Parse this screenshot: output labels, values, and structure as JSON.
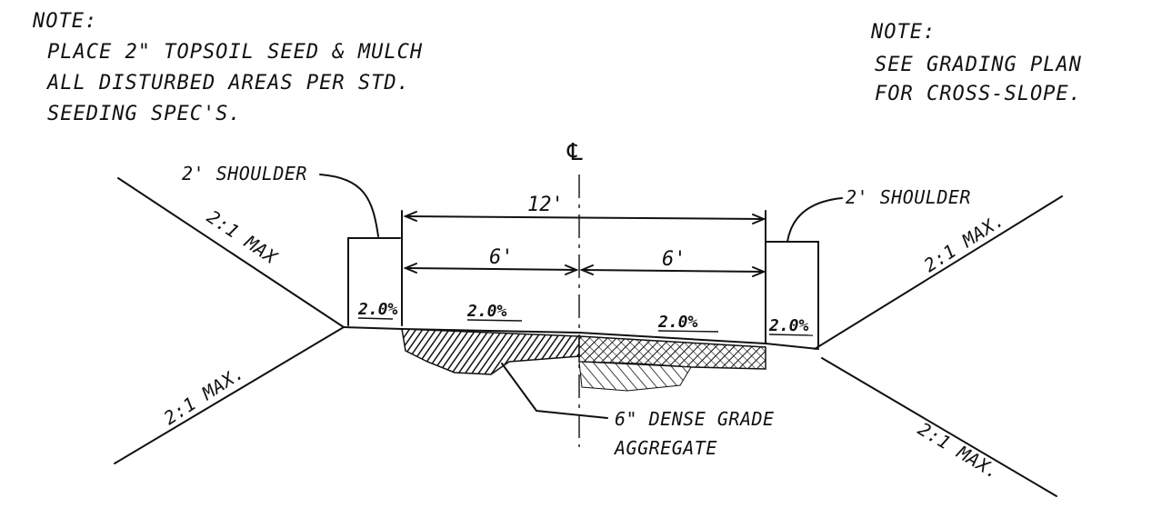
{
  "notes": {
    "left": {
      "heading": "NOTE:",
      "lines": [
        "PLACE 2\" TOPSOIL SEED & MULCH",
        "ALL DISTURBED AREAS PER STD.",
        "SEEDING SPEC'S."
      ]
    },
    "right": {
      "heading": "NOTE:",
      "lines": [
        "SEE GRADING PLAN",
        "FOR CROSS-SLOPE."
      ]
    }
  },
  "centerline_symbol": "℄",
  "dimensions": {
    "total_width": "12'",
    "left_half": "6'",
    "right_half": "6'"
  },
  "shoulders": {
    "left": "2' SHOULDER",
    "right": "2' SHOULDER"
  },
  "cross_slopes": {
    "left_shoulder": "2.0%",
    "left_lane": "2.0%",
    "right_lane": "2.0%",
    "right_shoulder": "2.0%"
  },
  "side_slopes": {
    "upper_left": "2:1 MAX",
    "lower_left": "2:1 MAX.",
    "upper_right": "2:1 MAX.",
    "lower_right": "2:1 MAX."
  },
  "base_material": {
    "line1": "6\" DENSE GRADE",
    "line2": "AGGREGATE"
  }
}
